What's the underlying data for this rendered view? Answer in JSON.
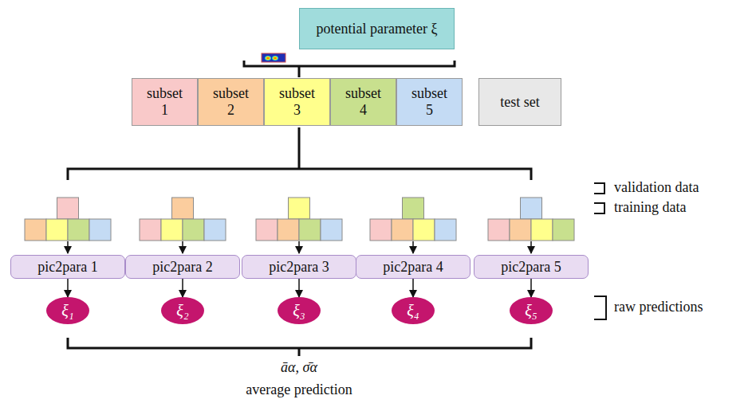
{
  "diagram": {
    "nodes": [
      {
        "text": [
          "potential parameter ξ"
        ]
      },
      {
        "text": [
          "subset 1"
        ]
      },
      {
        "text": [
          "subset 2"
        ]
      },
      {
        "text": [
          "subset 3"
        ]
      },
      {
        "text": [
          "subset 4"
        ]
      },
      {
        "text": [
          "subset 5"
        ]
      },
      {
        "text": [
          "test set"
        ]
      },
      {
        "text": [
          "pic2para 1"
        ]
      },
      {
        "text": [
          "pic2para 2"
        ]
      },
      {
        "text": [
          "pic2para 3"
        ]
      },
      {
        "text": [
          "pic2para 4"
        ]
      },
      {
        "text": [
          "pic2para 5"
        ]
      },
      {
        "text": [
          "ξ₁"
        ]
      },
      {
        "text": [
          "ξ₂"
        ]
      },
      {
        "text": [
          "ξ₃"
        ]
      },
      {
        "text": [
          "ξ₄"
        ]
      },
      {
        "text": [
          "ξ₅"
        ]
      }
    ],
    "edges": [
      {
        "from": 7,
        "to": 12,
        "arrow": "to"
      },
      {
        "from": 8,
        "to": 13,
        "arrow": "to"
      },
      {
        "from": 9,
        "to": 14,
        "arrow": "to"
      },
      {
        "from": 10,
        "to": 15,
        "arrow": "to"
      },
      {
        "from": 11,
        "to": 16,
        "arrow": "to"
      }
    ],
    "labels": [
      "validation data",
      "training data",
      "raw predictions",
      "āα, σ̄α",
      "average prediction"
    ]
  }
}
